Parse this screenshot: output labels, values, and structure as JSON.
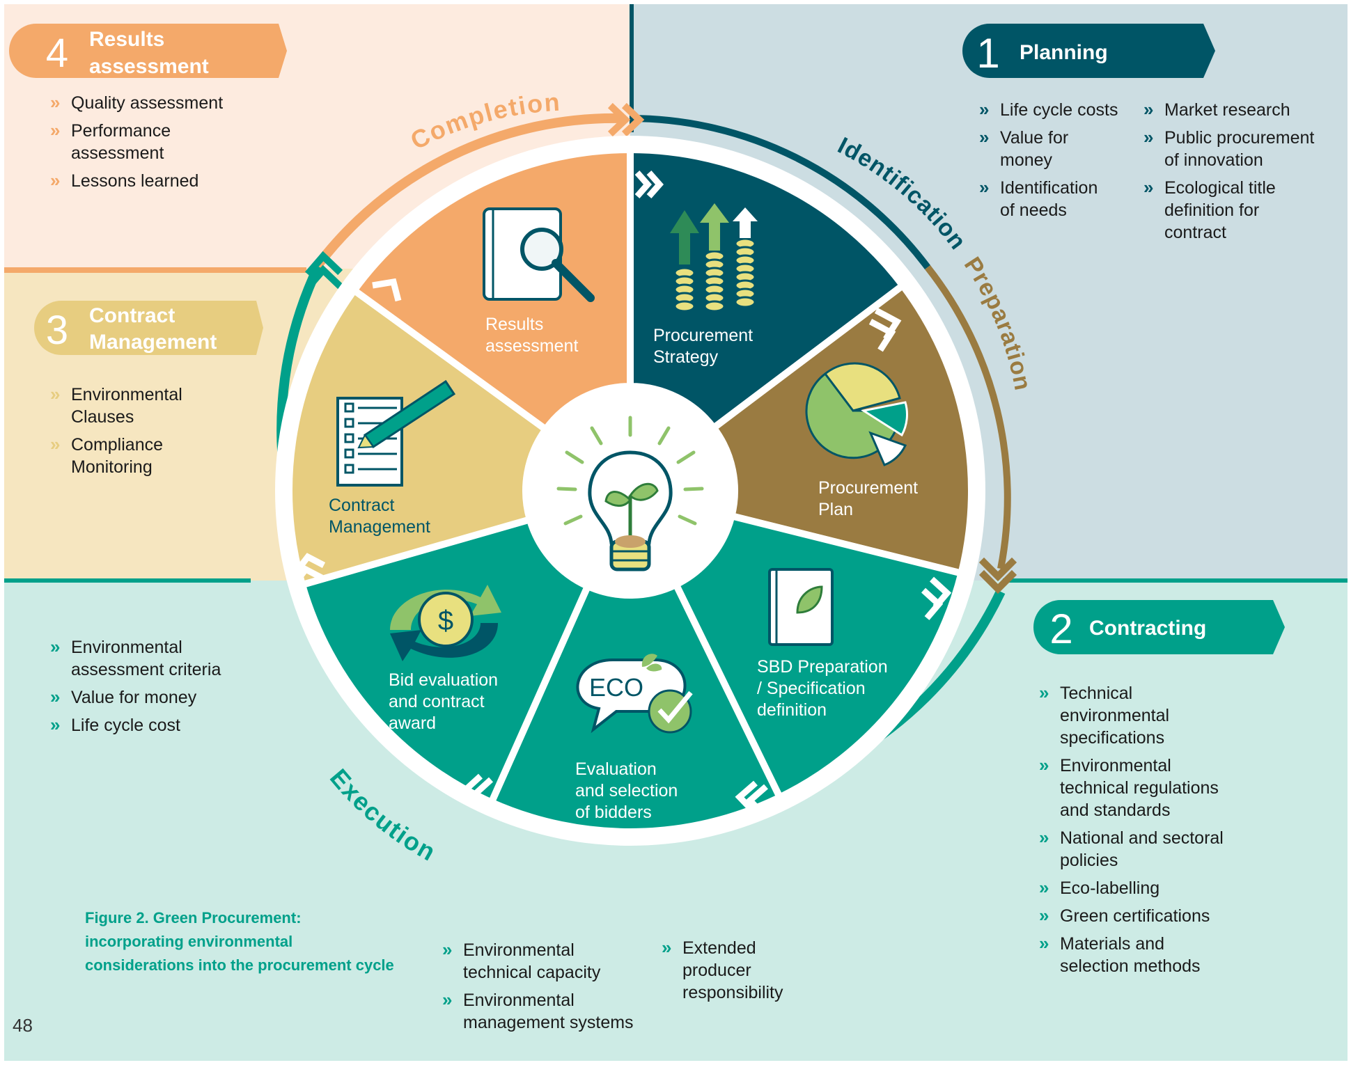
{
  "colors": {
    "planning": "#005566",
    "plan_brown": "#9a7b41",
    "contracting": "#00a08a",
    "contract_mgmt": "#e7cd80",
    "results": "#f4a96a",
    "bg_results": "#fdebdf",
    "bg_contract_mgmt": "#f6e6c0",
    "bg_planning": "#ccdde2",
    "bg_contracting": "#cdebe5"
  },
  "phases": {
    "planning": {
      "number": "1",
      "title": "Planning"
    },
    "contracting": {
      "number": "2",
      "title": "Contracting"
    },
    "contract_management": {
      "number": "3",
      "title_line1": "Contract",
      "title_line2": "Management"
    },
    "results_assessment": {
      "number": "4",
      "title_line1": "Results",
      "title_line2": "assessment"
    }
  },
  "lists": {
    "results": [
      [
        "Quality assessment"
      ],
      [
        "Performance",
        "assessment"
      ],
      [
        "Lessons learned"
      ]
    ],
    "contract_management": [
      [
        "Environmental",
        "Clauses"
      ],
      [
        "Compliance",
        "Monitoring"
      ]
    ],
    "planning_col1": [
      [
        "Life cycle costs"
      ],
      [
        "Value for",
        "money"
      ],
      [
        "Identification",
        "of needs"
      ]
    ],
    "planning_col2": [
      [
        "Market research"
      ],
      [
        "Public procurement",
        "of innovation"
      ],
      [
        "Ecological title",
        "definition for",
        "contract"
      ]
    ],
    "contracting": [
      [
        "Technical",
        "environmental",
        "specifications"
      ],
      [
        "Environmental",
        "technical regulations",
        "and standards"
      ],
      [
        "National and sectoral",
        "policies"
      ],
      [
        "Eco-labelling"
      ],
      [
        "Green certifications"
      ],
      [
        "Materials and",
        "selection methods"
      ]
    ],
    "execution_left": [
      [
        "Environmental",
        "assessment criteria"
      ],
      [
        "Value for money"
      ],
      [
        "Life cycle cost"
      ]
    ],
    "bottom_col1": [
      [
        "Environmental",
        "technical capacity"
      ],
      [
        "Environmental",
        "management systems"
      ]
    ],
    "bottom_col2": [
      [
        "Extended",
        "producer",
        "responsibility"
      ]
    ]
  },
  "arc_labels": {
    "completion": "Completion",
    "identification": "Identification",
    "slash": " / ",
    "preparation": "Preparation",
    "execution": "Execution"
  },
  "segments": {
    "procurement_strategy": [
      "Procurement",
      "Strategy"
    ],
    "procurement_plan": [
      "Procurement",
      "Plan"
    ],
    "sbd_preparation": [
      "SBD Preparation",
      "/ Specification",
      "definition"
    ],
    "evaluation_selection": [
      "Evaluation",
      "and selection",
      "of bidders"
    ],
    "bid_evaluation": [
      "Bid evaluation",
      "and contract",
      "award"
    ],
    "contract_management": [
      "Contract",
      "Management"
    ],
    "results_assessment": [
      "Results",
      "assessment"
    ]
  },
  "eco_label": "ECO",
  "caption": [
    "Figure 2. Green Procurement:",
    "incorporating environmental",
    "considerations into the procurement cycle"
  ],
  "page_number": "48"
}
